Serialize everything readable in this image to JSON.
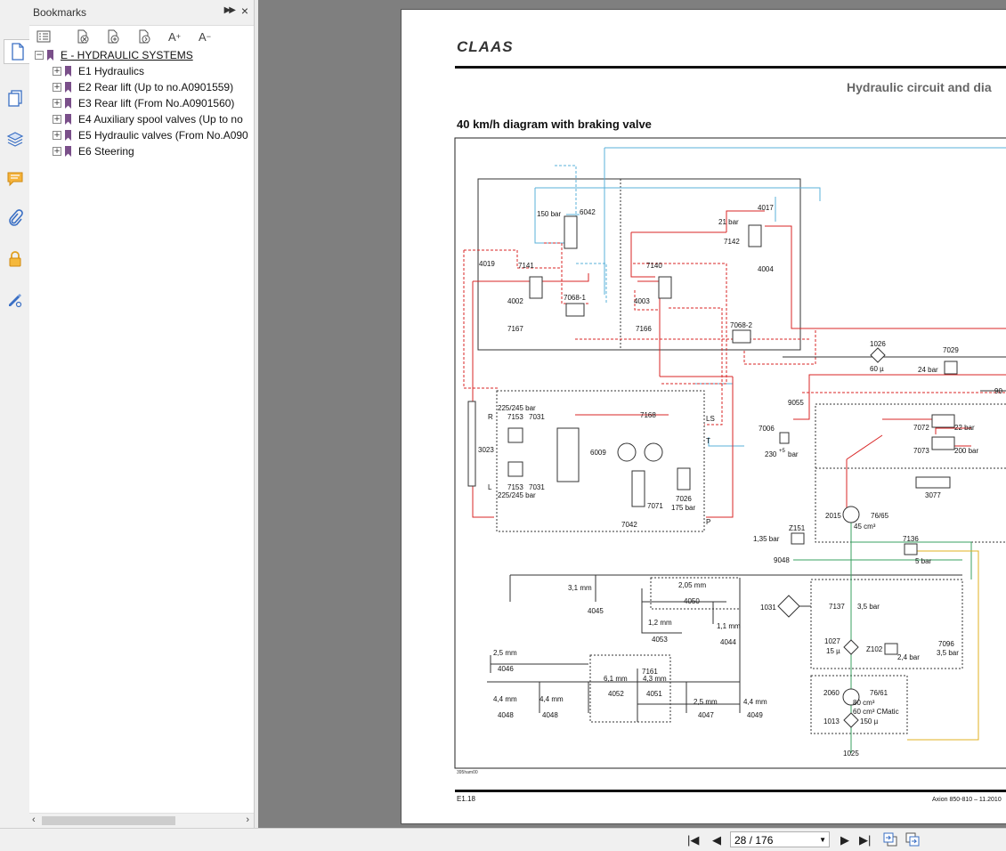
{
  "panel": {
    "title": "Bookmarks",
    "collapse_icon": "double-chevron-right-icon",
    "close_icon": "close-icon"
  },
  "bookmarks": {
    "root": "E - HYDRAULIC SYSTEMS",
    "items": [
      {
        "label": "E1 Hydraulics"
      },
      {
        "label": "E2 Rear lift (Up to no.A0901559)"
      },
      {
        "label": "E3 Rear lift (From No.A0901560)"
      },
      {
        "label": "E4 Auxiliary spool valves (Up to no"
      },
      {
        "label": "E5 Hydraulic valves (From No.A090"
      },
      {
        "label": "E6 Steering"
      }
    ]
  },
  "doc": {
    "brand": "CLAAS",
    "header": "Hydraulic circuit and dia",
    "subtitle": "40 km/h diagram with braking valve",
    "drawing_code": "395ham00",
    "footer_left": "E1.18",
    "footer_right": "Axion 850-810 – 11.2010"
  },
  "diagram": {
    "labels": {
      "l150bar": "150 bar",
      "l6042": "6042",
      "l4017": "4017",
      "l21bar": "21 bar",
      "l7142": "7142",
      "l4004": "4004",
      "l4019": "4019",
      "l7141": "7141",
      "l7140": "7140",
      "l4002": "4002",
      "l7068_1": "7068-1",
      "l4003": "4003",
      "l7167": "7167",
      "l7166": "7166",
      "l7068_2": "7068-2",
      "l1026": "1026",
      "l60u": "60 µ",
      "l7029": "7029",
      "l24bar": "24 bar",
      "l90": "90",
      "l225a": "225/245 bar",
      "lR": "R",
      "l7153a": "7153",
      "l7031a": "7031",
      "l7168": "7168",
      "lLS": "LS",
      "l3023": "3023",
      "l6009": "6009",
      "lT": "T",
      "lL": "L",
      "l7153b": "7153",
      "l7031b": "7031",
      "l225b": "225/245 bar",
      "l7026": "7026",
      "l175bar": "175 bar",
      "l7071": "7071",
      "l7042": "7042",
      "lP": "P",
      "l9055": "9055",
      "l7006": "7006",
      "l230": "230",
      "lsup": "+5",
      "lbar230": "bar",
      "l7072": "7072",
      "l22bar": "22 bar",
      "l7073": "7073",
      "l200bar": "200 bar",
      "l3077": "3077",
      "l2015": "2015",
      "l7665": "76/65",
      "l45cm": "45 cm³",
      "lZ151": "Z151",
      "l135bar": "1,35 bar",
      "l7136": "7136",
      "l9048": "9048",
      "l5bar": "5 bar",
      "l31mm": "3,1 mm",
      "l4045": "4045",
      "l205mm": "2,05 mm",
      "l4050": "4050",
      "l12mm": "1,2 mm",
      "l4053": "4053",
      "l11mm": "1,1 mm",
      "l4044": "4044",
      "l1031": "1031",
      "l7137": "7137",
      "l35bar": "3,5 bar",
      "l25mm": "2,5 mm",
      "l4046": "4046",
      "l7161": "7161",
      "l61mm": "6,1 mm",
      "l43mm": "4,3 mm",
      "l4052": "4052",
      "l4051": "4051",
      "l1027": "1027",
      "l15u": "15 µ",
      "lZ102": "Z102",
      "l24bar2": "2,4 bar",
      "l7096": "7096",
      "l35bar2": "3,5 bar",
      "l44mma": "4,4 mm",
      "l44mmb": "4,4 mm",
      "l4048a": "4048",
      "l4048b": "4048",
      "l25mm2": "2,5 mm",
      "l4047": "4047",
      "l44mmc": "4,4 mm",
      "l4049": "4049",
      "l2060": "2060",
      "l7661": "76/61",
      "l80cm": "80 cm³",
      "l60cm": "60 cm³ CMatic",
      "l1013": "1013",
      "l150u": "150 µ",
      "l1025": "1025"
    }
  },
  "nav": {
    "page_display": "28 / 176",
    "first_icon": "first-page-icon",
    "prev_icon": "previous-page-icon",
    "next_icon": "next-page-icon",
    "last_icon": "last-page-icon"
  }
}
